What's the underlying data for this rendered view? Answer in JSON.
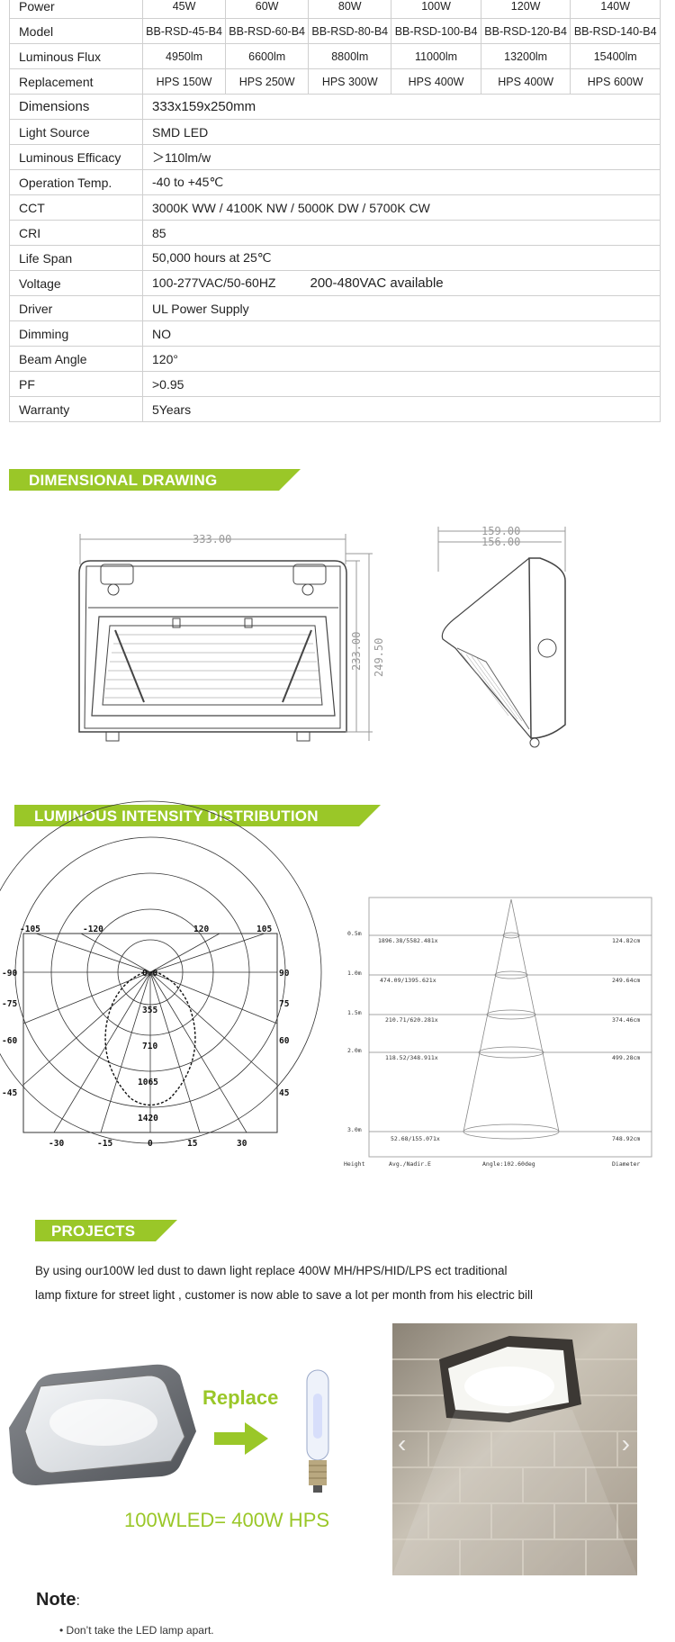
{
  "spec_table": {
    "power_row": {
      "label": "Power",
      "values": [
        "45W",
        "60W",
        "80W",
        "100W",
        "120W",
        "140W"
      ]
    },
    "model_row": {
      "label": "Model",
      "values": [
        "BB-RSD-45-B4",
        "BB-RSD-60-B4",
        "BB-RSD-80-B4",
        "BB-RSD-100-B4",
        "BB-RSD-120-B4",
        "BB-RSD-140-B4"
      ]
    },
    "flux_row": {
      "label": "Luminous Flux",
      "values": [
        "4950lm",
        "6600lm",
        "8800lm",
        "11000lm",
        "13200lm",
        "15400lm"
      ]
    },
    "replacement_row": {
      "label": "Replacement",
      "values": [
        "HPS 150W",
        "HPS 250W",
        "HPS 300W",
        "HPS 400W",
        "HPS 400W",
        "HPS 600W"
      ]
    },
    "rows": [
      {
        "label": "Dimensions",
        "value": "333x159x250mm"
      },
      {
        "label": "Light Source",
        "value": "SMD LED"
      },
      {
        "label": "Luminous Efficacy",
        "value": "＞110lm/w"
      },
      {
        "label": "Operation Temp.",
        "value": "-40 to +45℃"
      },
      {
        "label": "CCT",
        "value": "3000K WW / 4100K NW / 5000K DW / 5700K CW"
      },
      {
        "label": "CRI",
        "value": "85"
      },
      {
        "label": "Life Span",
        "value": "50,000 hours at 25℃"
      },
      {
        "label": "Voltage",
        "value": "100-277VAC/50-60HZ",
        "extra": "200-480VAC available"
      },
      {
        "label": "Driver",
        "value": "UL Power Supply"
      },
      {
        "label": "Dimming",
        "value": "NO"
      },
      {
        "label": "Beam Angle",
        "value": "120°"
      },
      {
        "label": "PF",
        "value": ">0.95"
      },
      {
        "label": "Warranty",
        "value": "5Years"
      }
    ]
  },
  "sections": {
    "dimensional": "DIMENSIONAL DRAWING",
    "luminous": "LUMINOUS INTENSITY DISTRIBUTION",
    "projects": "PROJECTS"
  },
  "dimensional_drawing": {
    "front_width": "333.00",
    "front_height_inner": "233.00",
    "front_height_outer": "249.50",
    "side_depth_outer": "159.00",
    "side_depth_inner": "156.00"
  },
  "polar_chart": {
    "top_labels": [
      "-105",
      "-120",
      "120",
      "105"
    ],
    "left_labels": [
      "-90",
      "-75",
      "-60",
      "-45"
    ],
    "right_labels": [
      "90",
      "75",
      "60",
      "45"
    ],
    "bottom_labels": [
      "-30",
      "-15",
      "0",
      "15",
      "30"
    ],
    "ring_labels": [
      "0.0",
      "355",
      "710",
      "1065",
      "1420"
    ]
  },
  "illuminance_chart": {
    "rows": [
      {
        "height": "0.5m",
        "value": "1896.38/5582.481x",
        "diameter": "124.82cm"
      },
      {
        "height": "1.0m",
        "value": "474.09/1395.621x",
        "diameter": "249.64cm"
      },
      {
        "height": "1.5m",
        "value": "210.71/620.281x",
        "diameter": "374.46cm"
      },
      {
        "height": "2.0m",
        "value": "118.52/348.911x",
        "diameter": "499.28cm"
      },
      {
        "height": "3.0m",
        "value": "52.68/155.071x",
        "diameter": "748.92cm"
      }
    ],
    "footer": {
      "height": "Height",
      "avg": "Avg./Nadir.E",
      "angle": "Angle:102.60deg",
      "diameter": "Diameter"
    }
  },
  "projects": {
    "line1": "By using our100W led dust to dawn light  replace 400W MH/HPS/HID/LPS ect traditional",
    "line2": "lamp fixture for street light , customer is now able to save a lot per month from his electric bill",
    "replace_label": "Replace",
    "equation": "100WLED= 400W HPS",
    "carousel_prev": "‹",
    "carousel_next": "›"
  },
  "note": {
    "title": "Note",
    "colon": ":",
    "items": [
      "• Don’t take the LED lamp apart."
    ]
  },
  "colors": {
    "accent": "#9ac728",
    "border": "#cfcfcf"
  }
}
